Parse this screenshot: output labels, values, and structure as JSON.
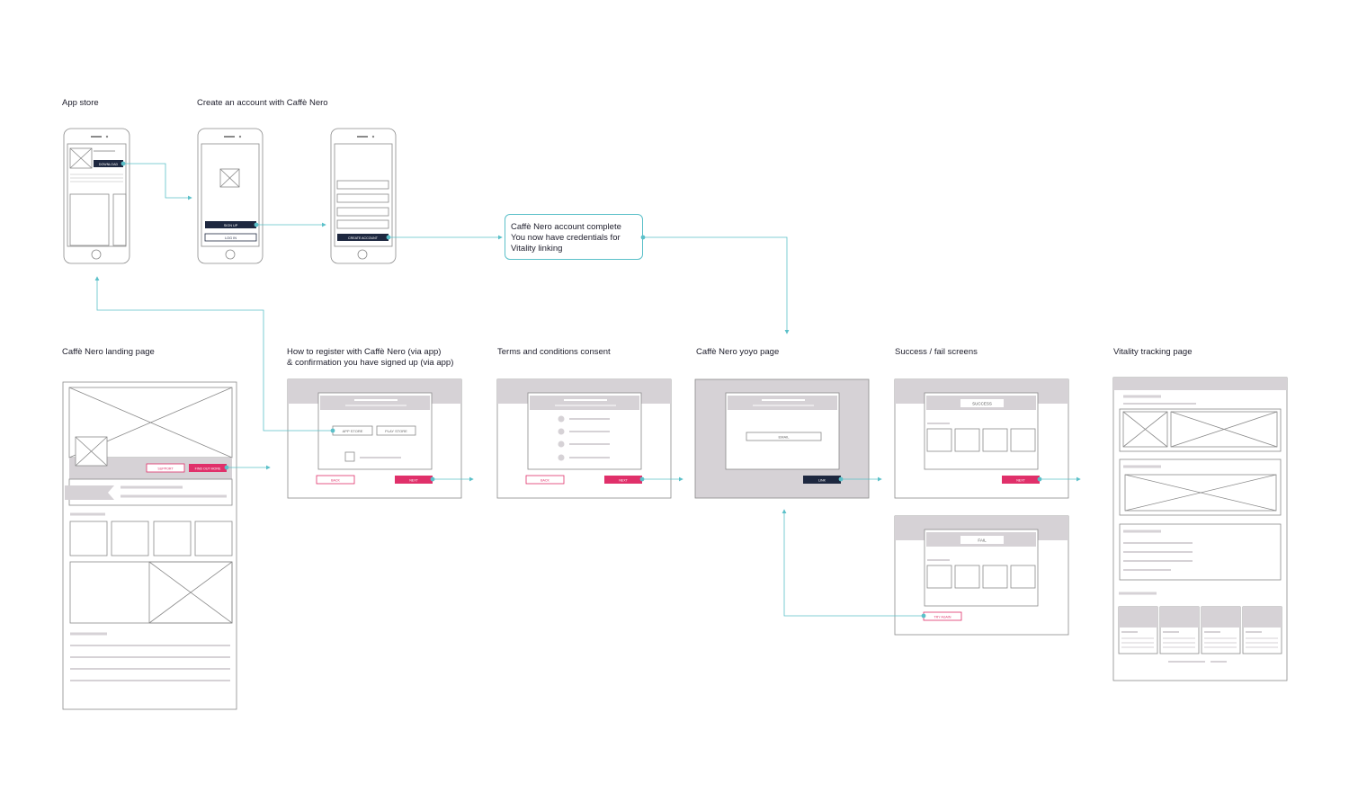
{
  "labels": {
    "app_store": "App store",
    "create_account": "Create an account with Caffè Nero",
    "landing": "Caffè Nero landing page",
    "register_line1": "How to register with Caffè Nero (via app)",
    "register_line2": "& confirmation you have signed up (via app)",
    "terms": "Terms and conditions consent",
    "yoyo": "Caffè Nero yoyo page",
    "success_fail": "Success / fail screens",
    "tracking": "Vitality tracking page"
  },
  "callout": {
    "line1": "Caffè Nero account complete",
    "line2": "You now have credentials for",
    "line3": "Vitality linking"
  },
  "buttons": {
    "download": "DOWNLOAD",
    "sign_up": "SIGN UP",
    "log_in": "LOG IN",
    "create_account": "CREATE ACCOUNT",
    "support": "SUPPORT",
    "find_out_more": "FIND OUT MORE",
    "app_store": "APP STORE",
    "play_store": "PLAY STORE",
    "back": "BACK",
    "next": "NEXT",
    "link": "LINK",
    "try_again": "TRY AGAIN"
  },
  "fields": {
    "email": "EMAIL",
    "success": "SUCCESS",
    "fail": "FAIL"
  },
  "colors": {
    "connector": "#5bc0c9",
    "dark_button": "#1e2840",
    "pink_button": "#e0306a",
    "wire_grey": "#8a8a8a",
    "panel_grey": "#d6d2d6"
  }
}
